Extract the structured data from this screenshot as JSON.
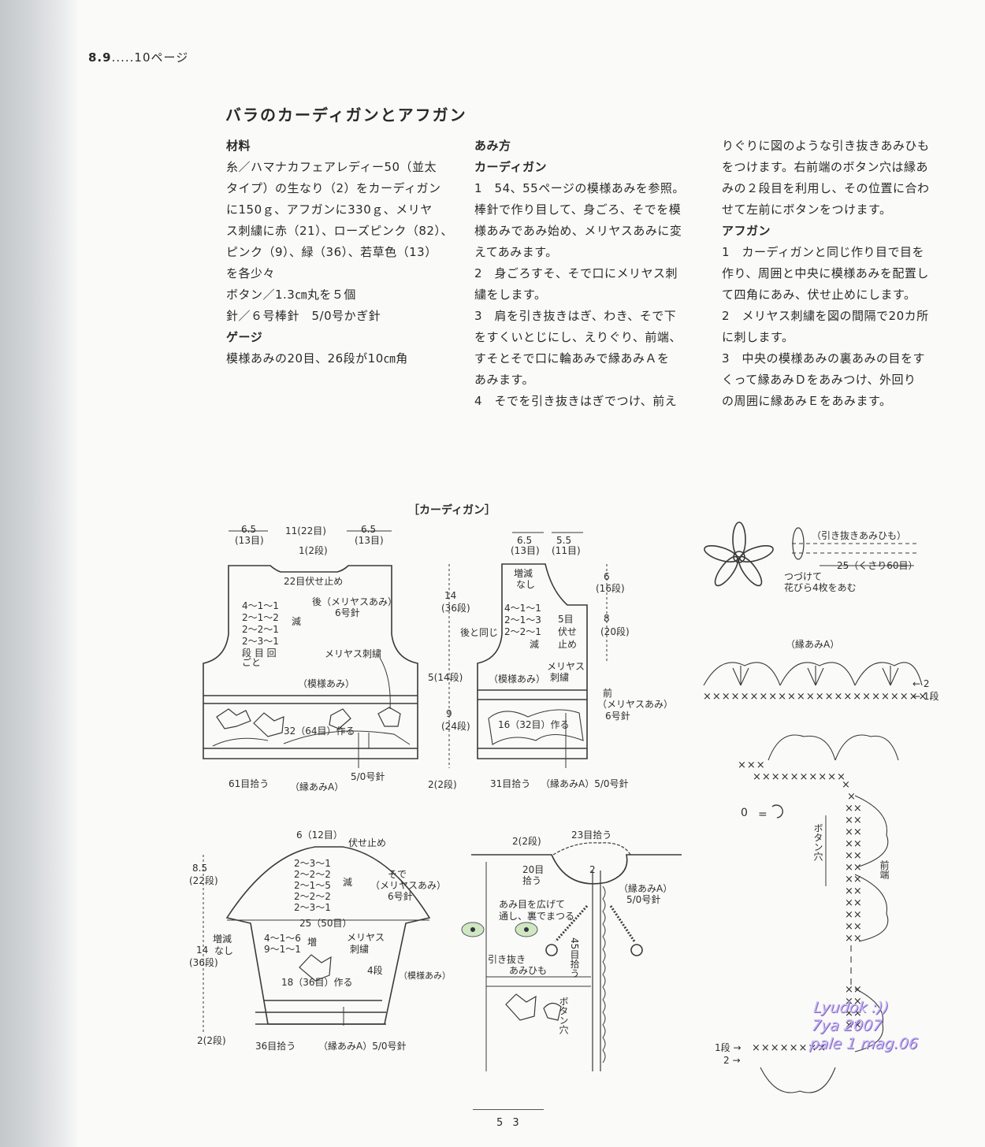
{
  "header": {
    "section": "8.9",
    "dots": ".....",
    "page_ref": "10ページ"
  },
  "title": "バラのカーディガンとアフガン",
  "materials": {
    "heading": "材料",
    "lines": [
      "糸／ハマナカフェアレディー50（並太",
      "タイプ）の生なり（2）をカーディガン",
      "に150ｇ、アフガンに330ｇ、メリヤ",
      "ス刺繍に赤（21）、ローズピンク（82）、",
      "ピンク（9）、緑（36）、若草色（13）",
      "を各少々",
      "ボタン／1.3㎝丸を５個",
      "針／６号棒針　5/0号かぎ針"
    ],
    "gauge_heading": "ゲージ",
    "gauge": "模様あみの20目、26段が10㎝角"
  },
  "method": {
    "heading": "あみ方",
    "cardigan_heading": "カーディガン",
    "lines": [
      "1　54、55ページの模様あみを参照。",
      "棒針で作り目して、身ごろ、そでを模",
      "様あみであみ始め、メリヤスあみに変",
      "えてあみます。",
      "2　身ごろすそ、そで口にメリヤス刺",
      "繍をします。",
      "3　肩を引き抜きはぎ、わき、そで下",
      "をすくいとじにし、えりぐり、前端、",
      "すそとそで口に輪あみで縁あみＡを",
      "あみます。",
      "4　そでを引き抜きはぎでつけ、前え"
    ]
  },
  "method2": {
    "lines_top": [
      "りぐりに図のような引き抜きあみひも",
      "をつけます。右前端のボタン穴は縁あ",
      "みの２段目を利用し、その位置に合わ",
      "せて左前にボタンをつけます。"
    ],
    "afghan_heading": "アフガン",
    "lines_bottom": [
      "1　カーディガンと同じ作り目で目を",
      "作り、周囲と中央に模様あみを配置し",
      "て四角にあみ、伏せ止めにします。",
      "2　メリヤス刺繍を図の間隔で20カ所",
      "に刺します。",
      "3　中央の模様あみの裏あみの目をす",
      "くって縁あみＤをあみつけ、外回り",
      "の周囲に縁あみＥをあみます。"
    ]
  },
  "diagram": {
    "label": "［カーディガン］",
    "back": {
      "w_left": "6.5",
      "w_left_sts": "(13目)",
      "w_mid": "11(22目)",
      "w_right": "6.5",
      "w_right_sts": "(13目)",
      "neck_rows": "1(2段)",
      "bind_off": "22目伏せ止め",
      "dec_1": "4〜1〜1",
      "dec_2": "2〜1〜2",
      "dec_3": "2〜2〜1",
      "dec_4": "2〜3〜1",
      "dec_label": "減",
      "dec_legend": "段 目 回",
      "dec_legend2": "ごと",
      "body_label": "後（メリヤスあみ）",
      "needle": "6号針",
      "embroidery": "メリヤス刺繍",
      "pattern": "（模様あみ）",
      "cast_on": "32（64目）作る",
      "pick_up": "61目拾う",
      "border": "（縁あみA）",
      "hook": "5/0号針",
      "h_upper": "14",
      "h_upper_rows": "(36段)",
      "h_mid": "5(14段)",
      "h_lower": "9",
      "h_lower_rows": "(24段)",
      "h_bottom": "2(2段)"
    },
    "front": {
      "w_left": "6.5",
      "w_left_sts": "(13目)",
      "w_right": "5.5",
      "w_right_sts": "(11目)",
      "no_shaping": "増減",
      "no_shaping2": "なし",
      "same_as_back": "後と同じ",
      "dec_1": "4〜1〜1",
      "dec_2": "2〜1〜3",
      "dec_3": "2〜2〜1",
      "dec_label": "減",
      "v_sts": "5目",
      "v_bind": "伏せ",
      "v_stop": "止め",
      "h_top": "6",
      "h_top_rows": "(16段)",
      "h_mid": "8",
      "h_mid_rows": "(20段)",
      "embroidery": "メリヤス",
      "embroidery2": "刺繍",
      "pattern": "（模様あみ）",
      "front_label": "前",
      "body_label": "（メリヤスあみ）",
      "needle": "6号針",
      "cast_on": "16（32目）作る",
      "pick_up": "31目拾う",
      "border": "（縁あみA）5/0号針"
    },
    "sleeve": {
      "top": "6（12目）",
      "bind_off": "伏せ止め",
      "dec_1": "2〜3〜1",
      "dec_2": "2〜2〜2",
      "dec_3": "2〜1〜5",
      "dec_4": "2〜2〜2",
      "dec_5": "2〜3〜1",
      "dec_label": "減",
      "label1": "そで",
      "label2": "（メリヤスあみ）",
      "needle": "6号針",
      "h_cap": "8.5",
      "h_cap_rows": "(22段)",
      "width": "25（50目）",
      "inc_1": "4〜1〜6",
      "inc_2": "9〜1〜1",
      "inc_label": "増",
      "no_shaping": "増減",
      "no_shaping2": "なし",
      "embroidery": "メリヤス",
      "embroidery2": "刺繍",
      "h_body": "14",
      "h_body_rows": "(36段)",
      "cast_on": "18（36目）作る",
      "rows4": "4段",
      "pattern": "（模様あみ）",
      "h_bottom": "2(2段)",
      "pick_up": "36目拾う",
      "border": "（縁あみA）5/0号針"
    },
    "collar": {
      "rows": "2(2段)",
      "pick_neck": "23目拾う",
      "pick_side": "20目",
      "pick_side2": "拾う",
      "row2": "2",
      "border": "（縁あみA）",
      "hook": "5/0号針",
      "spread1": "あみ目を広げて",
      "spread2": "通し、裏でまつる",
      "cord1": "引き抜き",
      "cord2": "あみひも",
      "pick_front": "45目拾う",
      "buttonhole": "ボタン穴"
    },
    "flower": {
      "cord_label": "（引き抜きあみひも）",
      "length": "25（くさり60目）",
      "note1": "つづけて",
      "note2": "花びら4枚をあむ"
    },
    "border_a": {
      "label": "（縁あみA）",
      "row2": "← 2",
      "row1": "← 1段"
    },
    "edge": {
      "legend_sym": "0",
      "legend_eq": "=",
      "buttonhole": "ボタン穴",
      "front_edge": "前端",
      "row1": "1段 →",
      "row2": "2 →"
    }
  },
  "watermark": {
    "line1": "Lyudok :))",
    "line2": "7ya 2007",
    "line3": "pale 1 mag.06"
  },
  "page_number": "5 3"
}
